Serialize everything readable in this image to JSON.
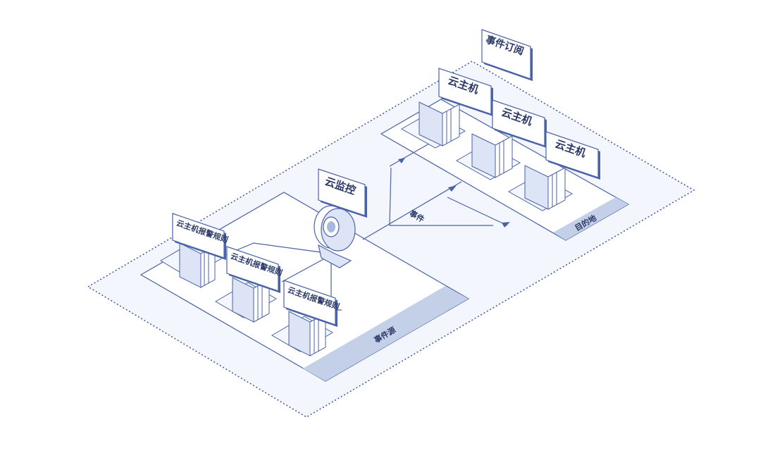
{
  "diagram": {
    "outer_label": "事件订阅",
    "monitor_label": "云监控",
    "source_band": "事件源",
    "target_band": "目的地",
    "flow_label": "事件",
    "rules": [
      {
        "label": "云主机报警规则"
      },
      {
        "label": "云主机报警规则"
      },
      {
        "label": "云主机报警规则"
      }
    ],
    "hosts": [
      {
        "label": "云主机"
      },
      {
        "label": "云主机"
      },
      {
        "label": "云主机"
      }
    ]
  },
  "colors": {
    "line": "#4a62a8",
    "dotted": "#3d55a0",
    "region_fill": "#f3f6fc",
    "panel_fill": "#ffffff",
    "band_fill": "#c4cfe8",
    "server_front": "#dde4f5",
    "server_side": "#ffffff",
    "tag_fill": "#ffffff",
    "tag_shadow": "#4a62a8"
  }
}
